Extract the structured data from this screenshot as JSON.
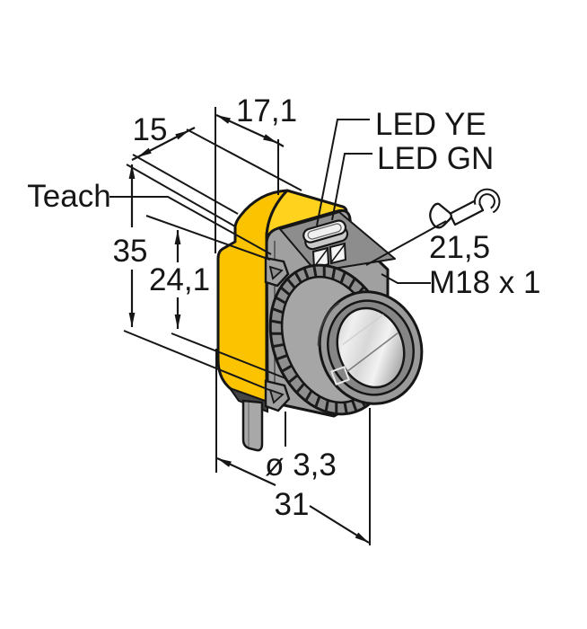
{
  "drawing": {
    "type": "technical-dimension-drawing",
    "subject": "photoelectric sensor with M18 threaded lens, teach button, LED indicators and cable",
    "labels": {
      "front_width": "17,1",
      "body_width": "15",
      "teach": "Teach",
      "total_height": "35",
      "inner_height": "24,1",
      "led_yellow": "LED YE",
      "led_green": "LED GN",
      "wrench_size": "21,5",
      "thread_spec": "M18 x 1",
      "hole_diameter": "ø 3,3",
      "total_depth": "31"
    },
    "icons": {
      "wrench_icon": "open-end wrench (spanner) symbol"
    },
    "colors": {
      "body_yellow": "#FCC400",
      "body_yellow_top": "#FFD21E",
      "housing_gray": "#A0A0A0",
      "housing_top_gray": "#8D8D8D",
      "nut_gray": "#8F8F8F",
      "cable_gray": "#A8A8A8",
      "outline": "#161616",
      "background": "#FFFFFF"
    }
  }
}
